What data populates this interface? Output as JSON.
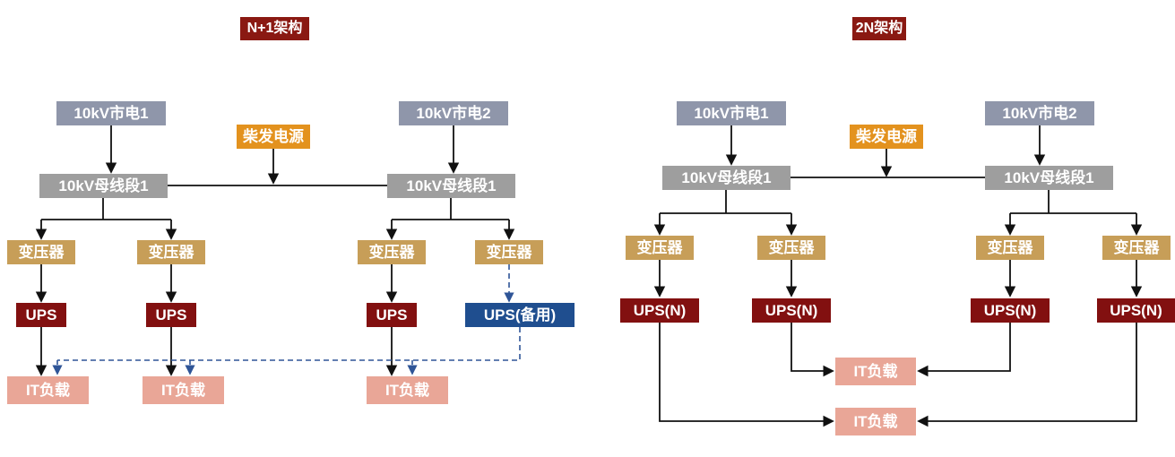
{
  "left_diagram": {
    "title": "N+1架构",
    "nodes": {
      "utility1": "10kV市电1",
      "utility2": "10kV市电2",
      "diesel": "柴发电源",
      "bus1": "10kV母线段1",
      "bus2": "10kV母线段1",
      "transformer1": "变压器",
      "transformer2": "变压器",
      "transformer3": "变压器",
      "transformer4": "变压器",
      "ups1": "UPS",
      "ups2": "UPS",
      "ups3": "UPS",
      "ups_backup": "UPS(备用)",
      "it_load1": "IT负载",
      "it_load2": "IT负载",
      "it_load3": "IT负载"
    }
  },
  "right_diagram": {
    "title": "2N架构",
    "nodes": {
      "utility1": "10kV市电1",
      "utility2": "10kV市电2",
      "diesel": "柴发电源",
      "bus1": "10kV母线段1",
      "bus2": "10kV母线段1",
      "transformer1": "变压器",
      "transformer2": "变压器",
      "transformer3": "变压器",
      "transformer4": "变压器",
      "ups1": "UPS(N)",
      "ups2": "UPS(N)",
      "ups3": "UPS(N)",
      "ups4": "UPS(N)",
      "it_load1": "IT负载",
      "it_load2": "IT负载"
    }
  },
  "colors": {
    "title_bg": "#8A1912",
    "utility_bg": "#8F96AA",
    "bus_bg": "#9E9E9E",
    "diesel_bg": "#E3921E",
    "transformer_bg": "#C79E58",
    "ups_bg": "#821010",
    "ups_backup_bg": "#1F4E8F",
    "it_load_bg": "#E9A697",
    "connector": "#111111",
    "backup_dashed": "#2F5597",
    "background": "#FFFFFF"
  }
}
